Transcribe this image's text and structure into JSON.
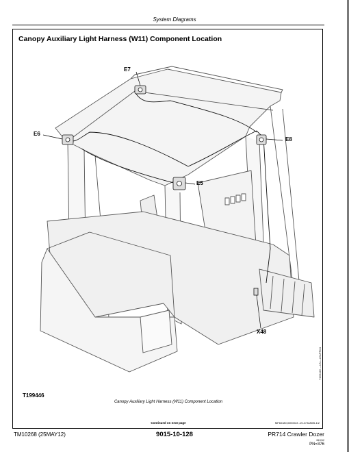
{
  "header": {
    "section": "System Diagrams"
  },
  "figure": {
    "title": "Canopy Auxiliary Light Harness (W11) Component Location",
    "callouts": {
      "e7": "E7",
      "e6": "E6",
      "e8": "E8",
      "e5": "E5",
      "x48": "X48"
    },
    "figure_id": "T199446",
    "caption": "Canopy Auxiliary Light Harness (W11) Component Location",
    "vertical_code": "T199446 —UN—22APR04",
    "continued": "Continued on next page",
    "doc_ref": "MF60180,0000043 -19-27JAN05-1/2"
  },
  "footer": {
    "manual": "TM10268 (25MAY12)",
    "page": "9015-10-128",
    "product": "PR714 Crawler Dozer",
    "small": "061012",
    "pn": "PN=376"
  }
}
